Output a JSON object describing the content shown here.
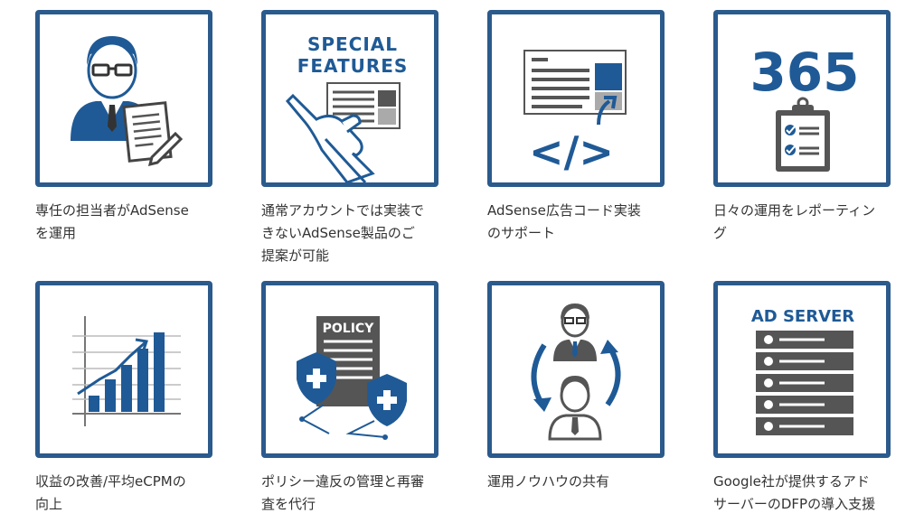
{
  "colors": {
    "border": "#2b5a8c",
    "accent": "#1f5a96",
    "gray": "#555555",
    "light": "#aaaaaa"
  },
  "cards": [
    {
      "icon": "account-manager-icon",
      "caption_lines": [
        "専任の担当者がAdSense",
        "を運用"
      ]
    },
    {
      "icon": "special-features-icon",
      "icon_text": [
        "SPECIAL",
        "FEATURES"
      ],
      "caption_lines": [
        "通常アカウントでは実装で",
        "きないAdSense製品のご",
        "提案が可能"
      ]
    },
    {
      "icon": "code-implementation-icon",
      "caption_lines": [
        "AdSense広告コード実装",
        "のサポート"
      ]
    },
    {
      "icon": "daily-reporting-icon",
      "icon_text": [
        "365"
      ],
      "caption_lines": [
        "日々の運用をレポーティン",
        "グ"
      ]
    },
    {
      "icon": "revenue-chart-icon",
      "caption_lines": [
        "収益の改善/平均eCPMの",
        "向上"
      ]
    },
    {
      "icon": "policy-shield-icon",
      "icon_text": [
        "POLICY"
      ],
      "caption_lines": [
        "ポリシー違反の管理と再審",
        "査を代行"
      ]
    },
    {
      "icon": "knowhow-sharing-icon",
      "caption_lines": [
        "運用ノウハウの共有"
      ]
    },
    {
      "icon": "ad-server-icon",
      "icon_text": [
        "AD SERVER"
      ],
      "caption_lines": [
        "Google社が提供するアド",
        "サーバーのDFPの導入支援"
      ]
    }
  ]
}
